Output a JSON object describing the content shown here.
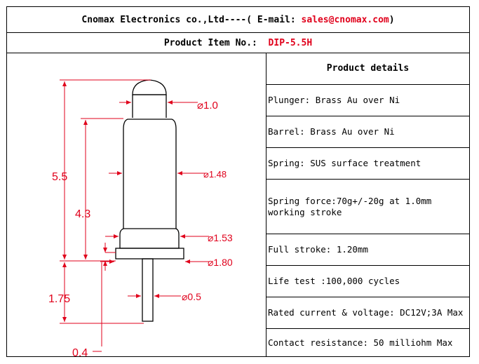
{
  "header": {
    "company": "Cnomax Electronics co.,Ltd",
    "separator": "----( E-mail:",
    "email": "sales@cnomax.com",
    "close": ")"
  },
  "item": {
    "label": "Product Item No.:",
    "number": "DIP-5.5H"
  },
  "drawing": {
    "dim_total_length": "5.5",
    "dim_barrel_length": "4.3",
    "dim_tail_length": "1.75",
    "dim_collar": "0.4",
    "dia_plunger": "⌀1.0",
    "dia_barrel": "⌀1.48",
    "dia_barrel_lower": "⌀1.53",
    "dia_collar": "⌀1.80",
    "dia_tail": "⌀0.5"
  },
  "details": {
    "title": "Product details",
    "plunger": "Plunger: Brass Au over Ni",
    "barrel": "Barrel: Brass Au over Ni",
    "spring": "Spring: SUS surface treatment",
    "spring_force_1": "Spring force:70g+/-20g at 1.0mm",
    "spring_force_2": "working stroke",
    "full_stroke": "Full stroke: 1.20mm",
    "life_test": "Life test :100,000 cycles",
    "rated": "Rated current & voltage: DC12V;3A Max",
    "contact": "Contact resistance: 50 milliohm Max"
  },
  "colors": {
    "dimension": "#e0001b",
    "outline": "#000000"
  }
}
